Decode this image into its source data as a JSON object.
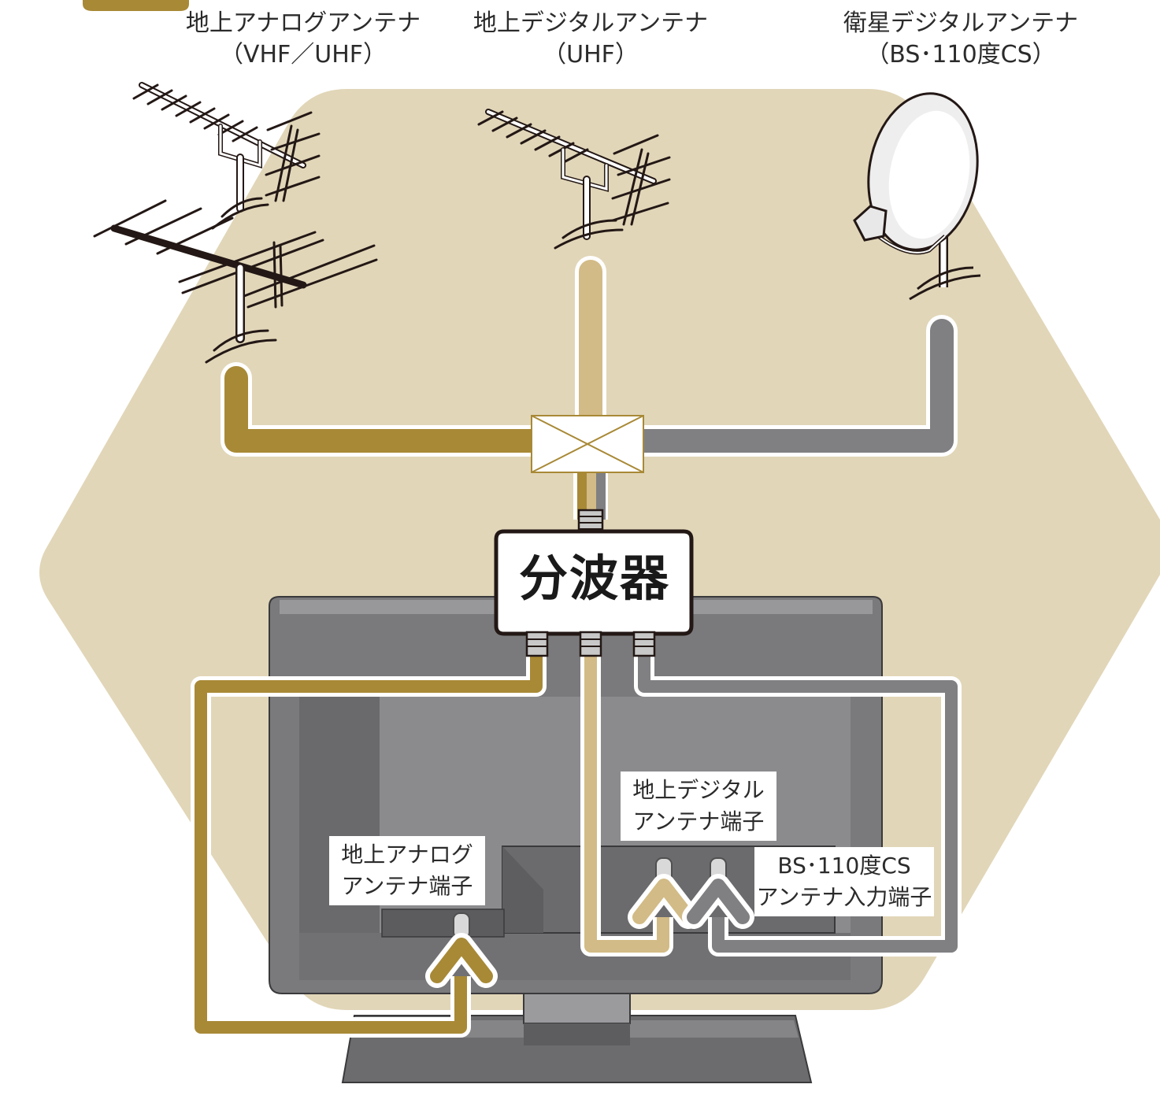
{
  "colors": {
    "hexagon": "#e1d6b8",
    "analog_cable": "#a88936",
    "digital_cable": "#d2bb86",
    "satellite_cable": "#808083",
    "tv_body": "#78787b",
    "tv_panel": "#8a8a8d",
    "outline": "#231815"
  },
  "icons": [
    "analog-antenna-icon",
    "digital-antenna-icon",
    "satellite-dish-icon",
    "mixer-icon",
    "splitter-icon",
    "tv-icon",
    "arrow-up-icon"
  ],
  "antennas": {
    "analog": {
      "line1": "地上アナログアンテナ",
      "line2": "（VHF／UHF）"
    },
    "digital": {
      "line1": "地上デジタルアンテナ",
      "line2": "（UHF）"
    },
    "satellite": {
      "line1": "衛星デジタルアンテナ",
      "line2": "（BS･110度CS）"
    }
  },
  "splitter": {
    "label": "分波器"
  },
  "terminals": {
    "analog": {
      "line1": "地上アナログ",
      "line2": "アンテナ端子"
    },
    "digital": {
      "line1": "地上デジタル",
      "line2": "アンテナ端子"
    },
    "satellite": {
      "line1": "BS･110度CS",
      "line2": "アンテナ入力端子"
    }
  }
}
